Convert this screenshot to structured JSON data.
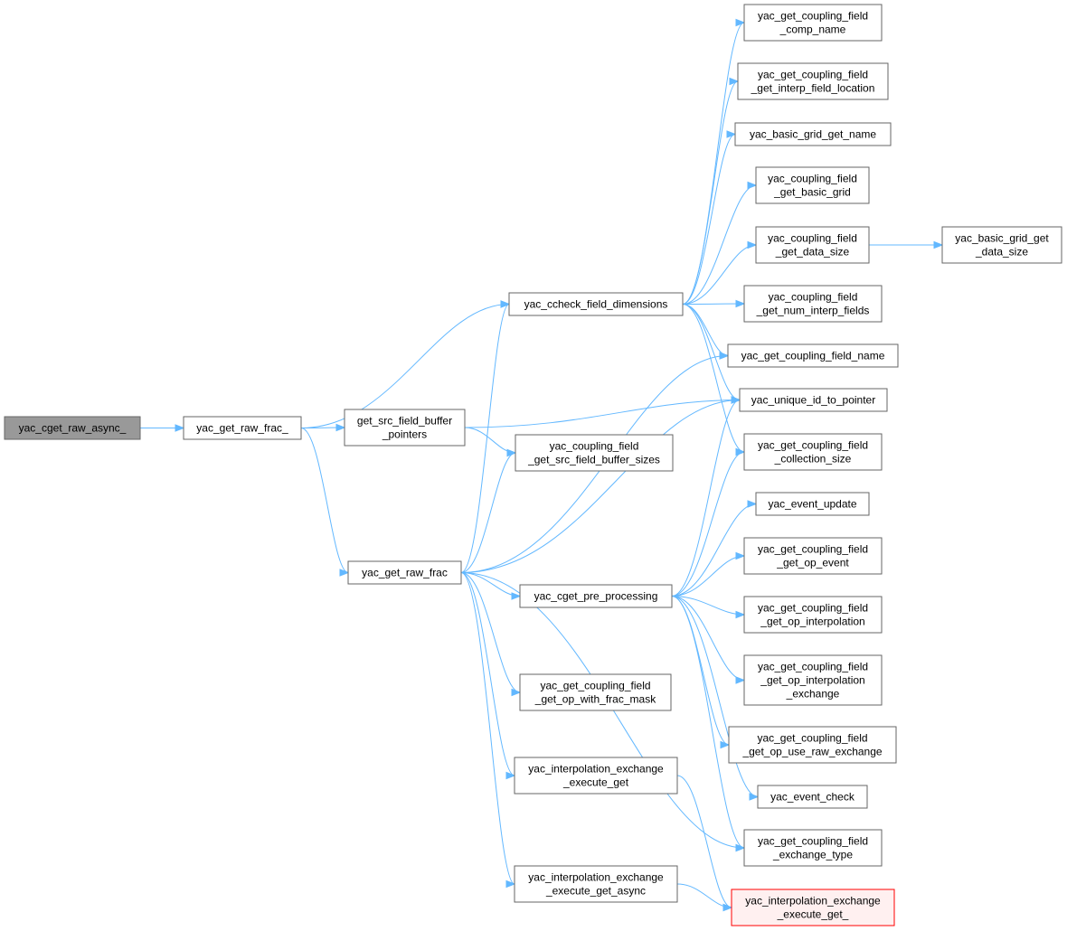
{
  "graph": {
    "nodes": {
      "n0": {
        "lines": [
          "yac_cget_raw_async_"
        ],
        "style": "root"
      },
      "n1": {
        "lines": [
          "yac_get_raw_frac_"
        ]
      },
      "n2": {
        "lines": [
          "yac_ccheck_field_dimensions"
        ]
      },
      "n3": {
        "lines": [
          "yac_get_coupling_field",
          "_comp_name"
        ]
      },
      "n4": {
        "lines": [
          "yac_get_coupling_field",
          "_get_interp_field_location"
        ]
      },
      "n5": {
        "lines": [
          "yac_basic_grid_get_name"
        ]
      },
      "n6": {
        "lines": [
          "yac_coupling_field",
          "_get_basic_grid"
        ]
      },
      "n7": {
        "lines": [
          "yac_coupling_field",
          "_get_data_size"
        ]
      },
      "n8": {
        "lines": [
          "yac_basic_grid_get",
          "_data_size"
        ]
      },
      "n9": {
        "lines": [
          "yac_coupling_field",
          "_get_num_interp_fields"
        ]
      },
      "n10": {
        "lines": [
          "yac_get_coupling_field_name"
        ]
      },
      "n11": {
        "lines": [
          "yac_unique_id_to_pointer"
        ]
      },
      "n12": {
        "lines": [
          "yac_get_coupling_field",
          "_collection_size"
        ]
      },
      "n13": {
        "lines": [
          "get_src_field_buffer",
          "_pointers"
        ]
      },
      "n14": {
        "lines": [
          "yac_coupling_field",
          "_get_src_field_buffer_sizes"
        ]
      },
      "n15": {
        "lines": [
          "yac_get_raw_frac"
        ]
      },
      "n16": {
        "lines": [
          "yac_cget_pre_processing"
        ]
      },
      "n17": {
        "lines": [
          "yac_event_update"
        ]
      },
      "n18": {
        "lines": [
          "yac_get_coupling_field",
          "_get_op_event"
        ]
      },
      "n19": {
        "lines": [
          "yac_get_coupling_field",
          "_get_op_interpolation"
        ]
      },
      "n20": {
        "lines": [
          "yac_get_coupling_field",
          "_get_op_interpolation",
          "_exchange"
        ]
      },
      "n21": {
        "lines": [
          "yac_get_coupling_field",
          "_get_op_use_raw_exchange"
        ]
      },
      "n22": {
        "lines": [
          "yac_event_check"
        ]
      },
      "n23": {
        "lines": [
          "yac_get_coupling_field",
          "_exchange_type"
        ]
      },
      "n24": {
        "lines": [
          "yac_get_coupling_field",
          "_get_op_with_frac_mask"
        ]
      },
      "n25": {
        "lines": [
          "yac_interpolation_exchange",
          "_execute_get"
        ]
      },
      "n26": {
        "lines": [
          "yac_interpolation_exchange",
          "_execute_get_async"
        ]
      },
      "n27": {
        "lines": [
          "yac_interpolation_exchange",
          "_execute_get_"
        ],
        "style": "missing"
      }
    },
    "edges": [
      [
        "n0",
        "n1"
      ],
      [
        "n1",
        "n2"
      ],
      [
        "n1",
        "n13"
      ],
      [
        "n1",
        "n15"
      ],
      [
        "n2",
        "n3"
      ],
      [
        "n2",
        "n4"
      ],
      [
        "n2",
        "n5"
      ],
      [
        "n2",
        "n6"
      ],
      [
        "n2",
        "n7"
      ],
      [
        "n2",
        "n9"
      ],
      [
        "n2",
        "n10"
      ],
      [
        "n2",
        "n11"
      ],
      [
        "n2",
        "n12"
      ],
      [
        "n7",
        "n8"
      ],
      [
        "n13",
        "n11"
      ],
      [
        "n13",
        "n14"
      ],
      [
        "n15",
        "n2"
      ],
      [
        "n15",
        "n14"
      ],
      [
        "n15",
        "n10"
      ],
      [
        "n15",
        "n11"
      ],
      [
        "n15",
        "n16"
      ],
      [
        "n15",
        "n24"
      ],
      [
        "n15",
        "n25"
      ],
      [
        "n15",
        "n26"
      ],
      [
        "n15",
        "n23"
      ],
      [
        "n16",
        "n11"
      ],
      [
        "n16",
        "n12"
      ],
      [
        "n16",
        "n17"
      ],
      [
        "n16",
        "n18"
      ],
      [
        "n16",
        "n19"
      ],
      [
        "n16",
        "n20"
      ],
      [
        "n16",
        "n21"
      ],
      [
        "n16",
        "n22"
      ],
      [
        "n16",
        "n23"
      ],
      [
        "n25",
        "n27"
      ],
      [
        "n26",
        "n27"
      ]
    ]
  }
}
